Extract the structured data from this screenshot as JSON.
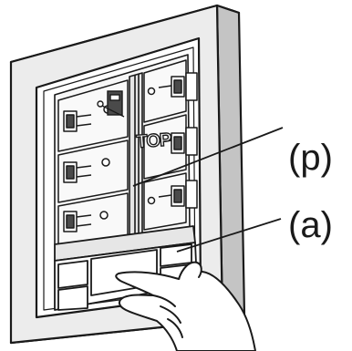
{
  "figure": {
    "callout_p": "(p)",
    "callout_a": "(a)",
    "insert_marking": "TOP"
  },
  "colors": {
    "line": "#1a1a1a",
    "frame_fill": "#ececec",
    "frame_side": "#b8b8b8",
    "panel_fill": "#f7f7f7",
    "dark_fill": "#4a4a4a",
    "hand_fill": "#ffffff"
  },
  "icons": [
    "pointing-hand-icon",
    "terminal-clip-icon",
    "screw-icon"
  ]
}
